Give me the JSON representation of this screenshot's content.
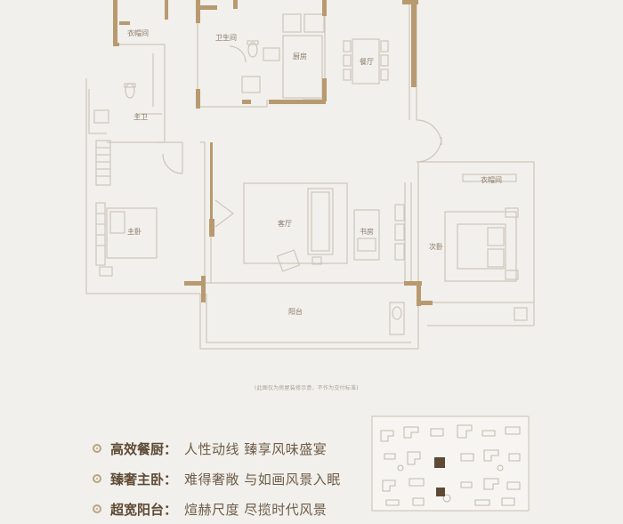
{
  "rooms": {
    "cloakroom_top": "衣帽间",
    "bathroom": "卫生间",
    "kitchen": "厨房",
    "dining": "餐厅",
    "master_bath": "主卫",
    "living": "客厅",
    "study": "书房",
    "master_bedroom": "主卧",
    "cloakroom_right": "衣帽间",
    "second_bedroom": "次卧",
    "balcony": "阳台"
  },
  "disclaimer": "(此图仅为房屋装修示意，不作为交付标准)",
  "features": [
    {
      "title": "高效餐厨",
      "colon": "：",
      "desc": "人性动线 臻享风味盛宴"
    },
    {
      "title": "臻奢主卧",
      "colon": "：",
      "desc": "难得奢敞 与如画风景入眠"
    },
    {
      "title": "超宽阳台",
      "colon": "：",
      "desc": "煊赫尺度 尽揽时代风景"
    }
  ],
  "colors": {
    "background": "#f1f0ec",
    "wall_accent": "#b89a70",
    "line": "#c9bfb2",
    "text": "#6b5a45"
  }
}
